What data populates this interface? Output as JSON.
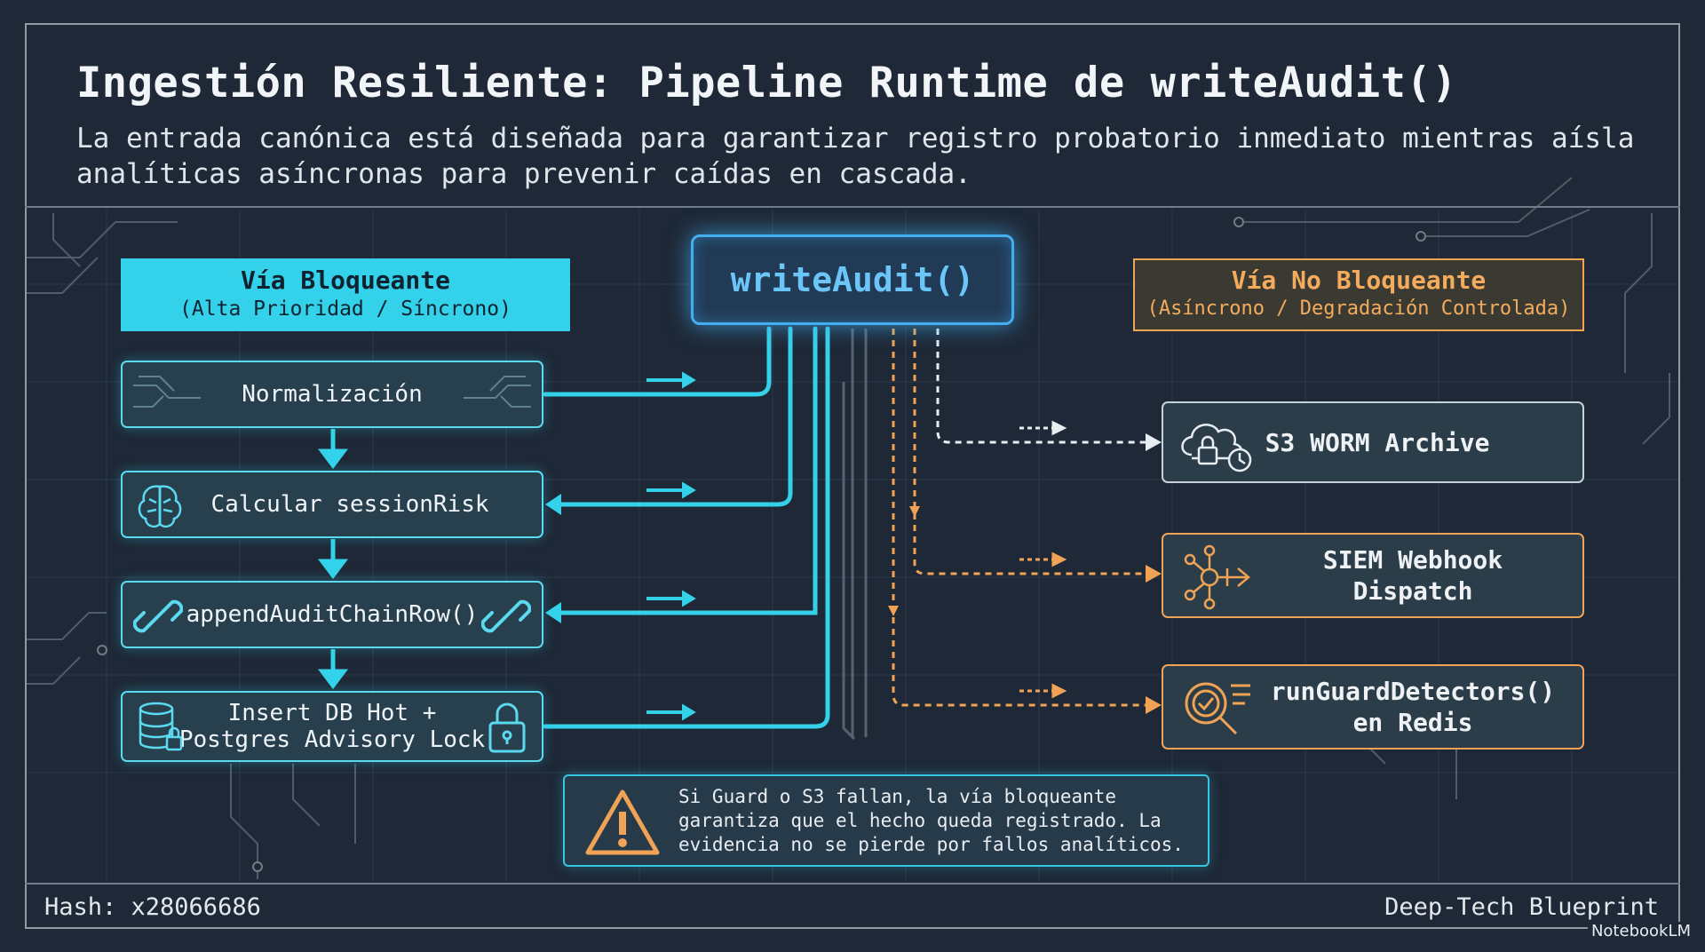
{
  "title": "Ingestión Resiliente: Pipeline Runtime de writeAudit()",
  "subtitle": "La entrada canónica está diseñada para garantizar registro probatorio inmediato mientras aísla analíticas asíncronas para prevenir caídas en cascada.",
  "center": {
    "label": "writeAudit()"
  },
  "blocking": {
    "header": "Vía Bloqueante",
    "subheader": "(Alta Prioridad / Síncrono)",
    "steps": [
      {
        "label": "Normalización",
        "icon": "circuit-icon"
      },
      {
        "label": "Calcular sessionRisk",
        "icon": "brain-icon"
      },
      {
        "label": "appendAuditChainRow()",
        "icon": "chain-link-icon"
      },
      {
        "label": "Insert DB Hot +\nPostgres Advisory Lock",
        "icon": "database-lock-icon"
      }
    ]
  },
  "nonblocking": {
    "header": "Vía No Bloqueante",
    "subheader": "(Asíncrono / Degradación Controlada)",
    "steps": [
      {
        "label": "S3 WORM Archive",
        "icon": "cloud-lock-clock-icon"
      },
      {
        "label": "SIEM Webhook\nDispatch",
        "icon": "network-share-icon"
      },
      {
        "label": "runGuardDetectors()\nen Redis",
        "icon": "magnifier-check-icon"
      }
    ]
  },
  "warning": {
    "text": "Si Guard o S3 fallan, la vía bloqueante garantiza que el hecho queda registrado. La evidencia no se pierde por fallos analíticos.",
    "icon": "warning-triangle-icon"
  },
  "footer": {
    "hash": "Hash: x28066686",
    "tag": "Deep-Tech Blueprint",
    "brand": "NotebookLM"
  },
  "colors": {
    "background": "#1e2836",
    "cyan": "#34d2ea",
    "blue": "#43aef0",
    "orange": "#f0a354"
  }
}
